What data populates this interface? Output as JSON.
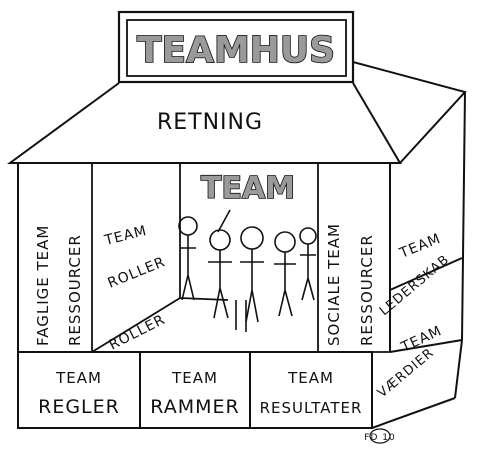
{
  "roof_sign": {
    "title": "TEAMHUS"
  },
  "roof": {
    "label": "RETNING"
  },
  "left_wall": {
    "line1": "FAGLIGE TEAM",
    "line2": "RESSOURCER"
  },
  "inner_left": {
    "line1": "TEAM",
    "line2": "ROLLER",
    "floor_label": "ROLLER"
  },
  "center": {
    "banner": "TEAM"
  },
  "inner_right": {
    "line1": "SOCIALE TEAM",
    "line2": "RESSOURCER"
  },
  "right_wall": {
    "upper_line1": "TEAM",
    "upper_line2": "LEDERSKAB",
    "lower_line1": "TEAM",
    "lower_line2": "VÆRDIER"
  },
  "foundation": {
    "cells": [
      {
        "line1": "TEAM",
        "line2": "REGLER"
      },
      {
        "line1": "TEAM",
        "line2": "RAMMER"
      },
      {
        "line1": "TEAM",
        "line2": "RESULTATER"
      }
    ]
  },
  "signature": "FD 10"
}
